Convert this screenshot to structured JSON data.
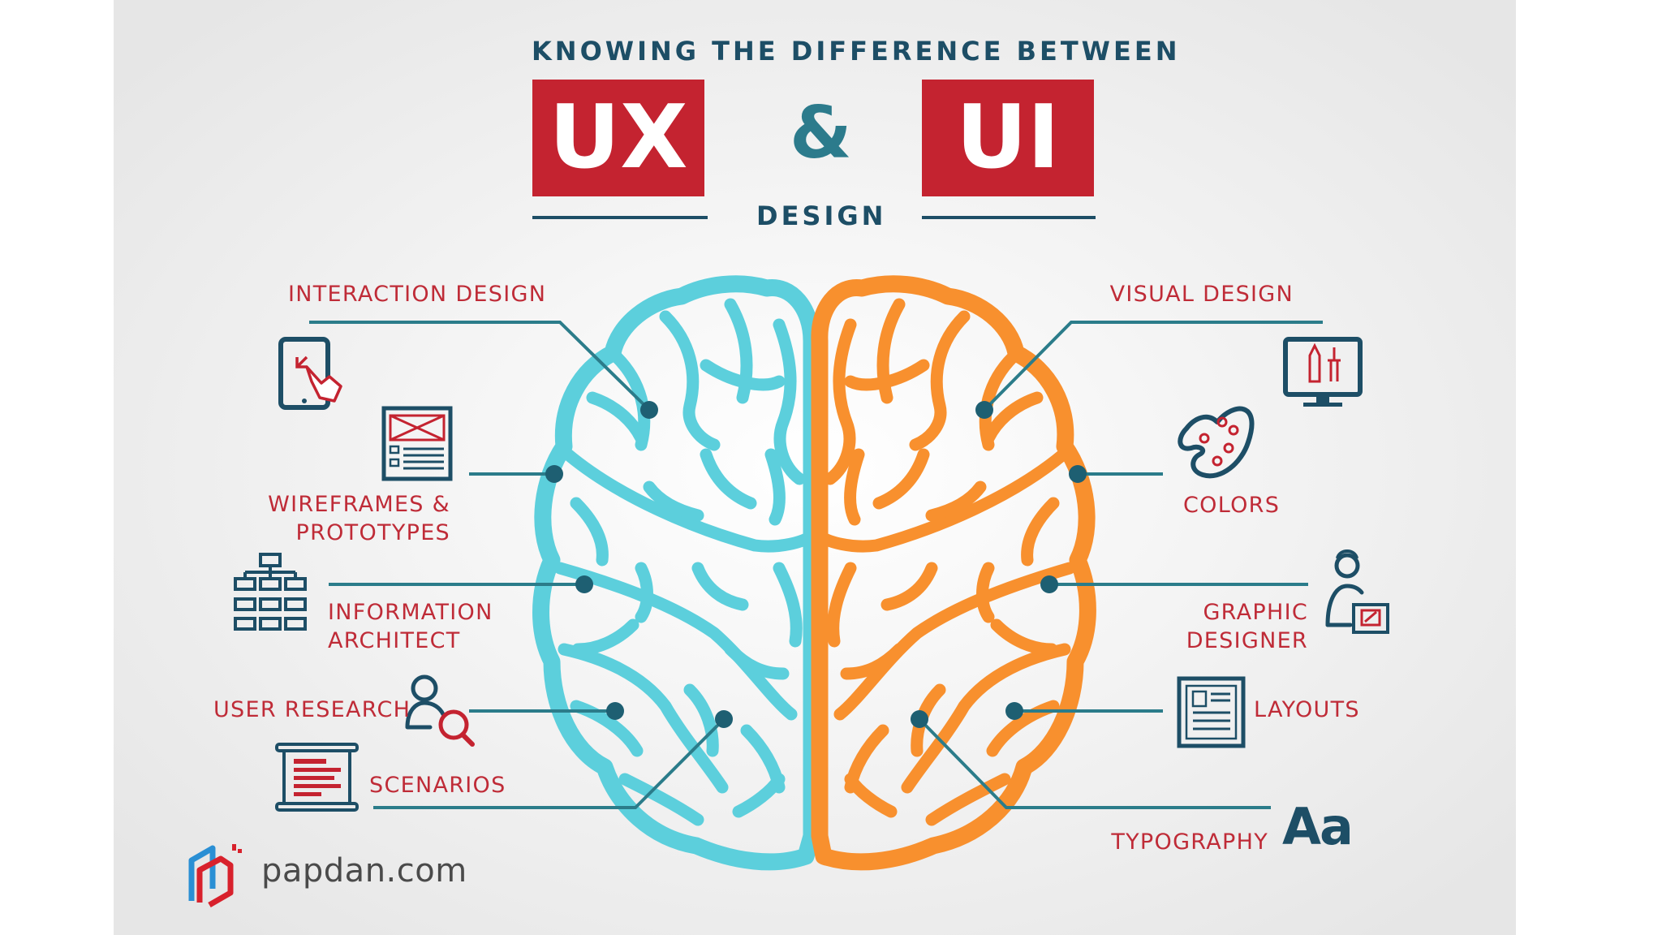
{
  "header": {
    "top_line": "KNOWING THE DIFFERENCE BETWEEN",
    "ux": "UX",
    "ampersand": "&",
    "ui": "UI",
    "design": "DESIGN"
  },
  "ux_items": [
    {
      "label_lines": [
        "INTERACTION DESIGN"
      ],
      "icon": "tablet-touch-icon"
    },
    {
      "label_lines": [
        "WIREFRAMES &",
        "PROTOTYPES"
      ],
      "icon": "wireframe-icon"
    },
    {
      "label_lines": [
        "INFORMATION",
        "ARCHITECT"
      ],
      "icon": "sitemap-icon"
    },
    {
      "label_lines": [
        "USER RESEARCH"
      ],
      "icon": "user-search-icon"
    },
    {
      "label_lines": [
        "SCENARIOS"
      ],
      "icon": "scroll-icon"
    }
  ],
  "ui_items": [
    {
      "label_lines": [
        "VISUAL DESIGN"
      ],
      "icon": "monitor-tools-icon"
    },
    {
      "label_lines": [
        "COLORS"
      ],
      "icon": "palette-icon"
    },
    {
      "label_lines": [
        "GRAPHIC",
        "DESIGNER"
      ],
      "icon": "designer-icon"
    },
    {
      "label_lines": [
        "LAYOUTS"
      ],
      "icon": "layout-icon"
    },
    {
      "label_lines": [
        "TYPOGRAPHY"
      ],
      "icon": "typography-icon",
      "glyph": "Aa"
    }
  ],
  "brand": {
    "name": "papdan.com"
  },
  "colors": {
    "red": "#c42330",
    "navy": "#1d4e66",
    "teal_line": "#2b7c8a",
    "brain_left": "#5ccfdc",
    "brain_right": "#f8902e",
    "background": "#eeeeee"
  }
}
